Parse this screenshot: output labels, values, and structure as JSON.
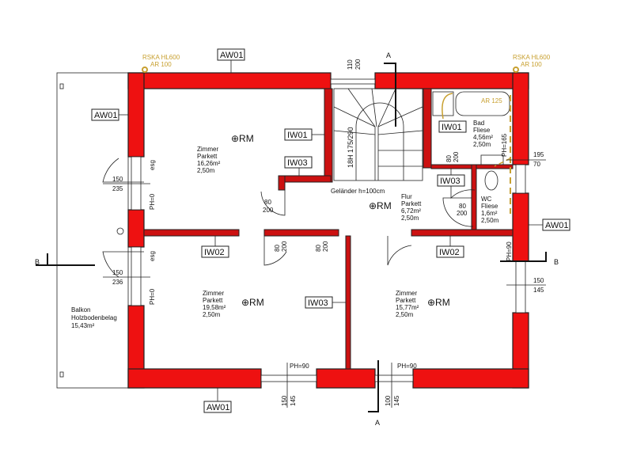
{
  "plan": {
    "colors": {
      "wall": "#ee1111",
      "annotation": "#c8a030"
    },
    "tags": {
      "aw01": "AW01",
      "iw01": "IW01",
      "iw02": "IW02",
      "iw03": "IW03"
    },
    "chimney_left": [
      "RSKA HL600",
      "AR 100"
    ],
    "chimney_right": [
      "RSKA HL600",
      "AR 100"
    ],
    "ar125": "AR 125",
    "ph165": "PH=165",
    "rooms": [
      {
        "name": "Zimmer",
        "floor": "Parkett",
        "area": "16,26m²",
        "height": "2,50m"
      },
      {
        "name": "Flur",
        "floor": "Parkett",
        "area": "6,72m²",
        "height": "2,50m"
      },
      {
        "name": "Bad",
        "floor": "Fliese",
        "area": "4,56m²",
        "height": "2,50m"
      },
      {
        "name": "WC",
        "floor": "Fliese",
        "area": "1,6m²",
        "height": "2,50m"
      },
      {
        "name": "Zimmer",
        "floor": "Parkett",
        "area": "19,58m²",
        "height": "2,50m"
      },
      {
        "name": "Zimmer",
        "floor": "Parkett",
        "area": "15,77m²",
        "height": "2,50m"
      },
      {
        "name": "Balkon",
        "floor": "Holzbodenbelag",
        "area": "15,43m²"
      }
    ],
    "rm": "⊕RM",
    "stair": "18H 175/290",
    "railing": "Geländer h=100cm",
    "section_a": "A",
    "section_b": "B",
    "esg": "esg",
    "ph0": "PH=0",
    "ph90": "PH=90",
    "dims": {
      "top_window": [
        "110",
        "200"
      ],
      "door_80_200": [
        "80",
        "200"
      ],
      "left_door_top": [
        "150",
        "235"
      ],
      "left_door_bottom": [
        "150",
        "236"
      ],
      "right_window_top": [
        "195",
        "70"
      ],
      "right_window_bottom": [
        "150",
        "145"
      ],
      "bottom_window_left": [
        "150",
        "145"
      ],
      "bottom_window_right": [
        "100",
        "145"
      ]
    }
  }
}
